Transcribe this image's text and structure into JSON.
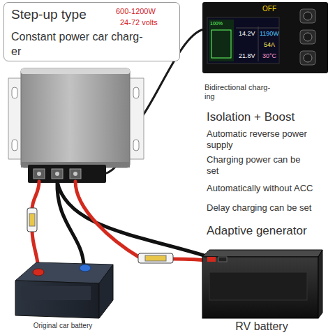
{
  "diagram": {
    "nodes": [
      {
        "text": [
          "Step-up type",
          "600-1200W",
          "24-72 volts",
          "Constant power car charg- er"
        ]
      },
      {
        "text": [
          "100%",
          "OFF",
          "14.2V",
          "1190W",
          "54A",
          "21.8V",
          "30°C",
          "Bidirectional charg- ing"
        ]
      },
      {
        "text": [
          "Original car battery"
        ]
      },
      {
        "text": [
          "RV battery"
        ]
      }
    ],
    "labels": [
      "Isolation + Boost",
      "Automatic reverse power supply",
      "Charging power can be set",
      "Automatically without ACC",
      "Delay charging can be set",
      "Adaptive generator"
    ]
  }
}
